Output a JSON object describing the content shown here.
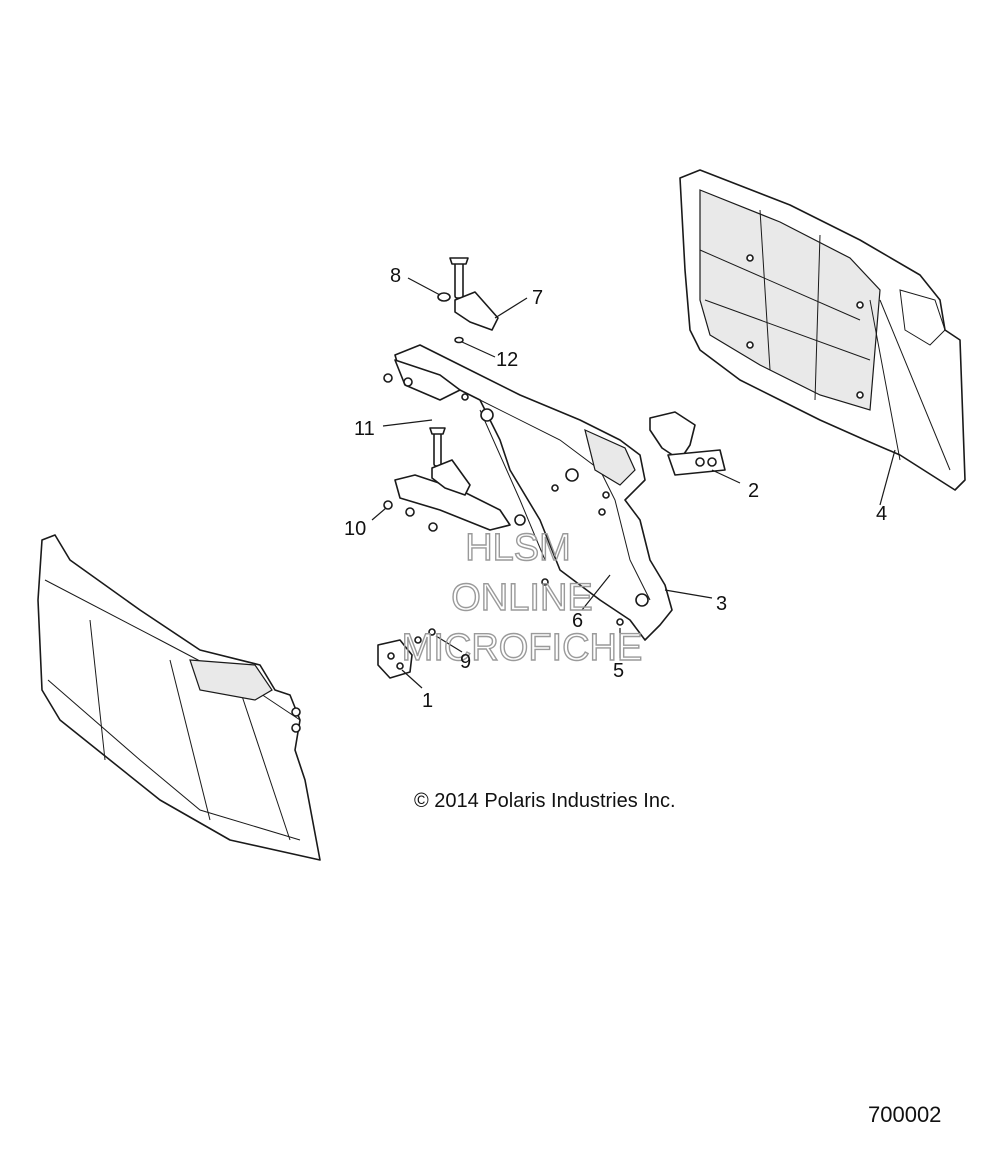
{
  "callouts": [
    {
      "id": "1",
      "label": "1"
    },
    {
      "id": "2",
      "label": "2"
    },
    {
      "id": "3",
      "label": "3"
    },
    {
      "id": "4",
      "label": "4"
    },
    {
      "id": "5",
      "label": "5"
    },
    {
      "id": "6",
      "label": "6"
    },
    {
      "id": "7",
      "label": "7"
    },
    {
      "id": "8",
      "label": "8"
    },
    {
      "id": "9",
      "label": "9"
    },
    {
      "id": "10",
      "label": "10"
    },
    {
      "id": "11",
      "label": "11"
    },
    {
      "id": "12",
      "label": "12"
    }
  ],
  "watermark": {
    "line1": "HLSM",
    "line2": "ONLINE",
    "line3": "MICROFICHE"
  },
  "copyright": "© 2014 Polaris Industries Inc.",
  "diagram_number": "700002"
}
